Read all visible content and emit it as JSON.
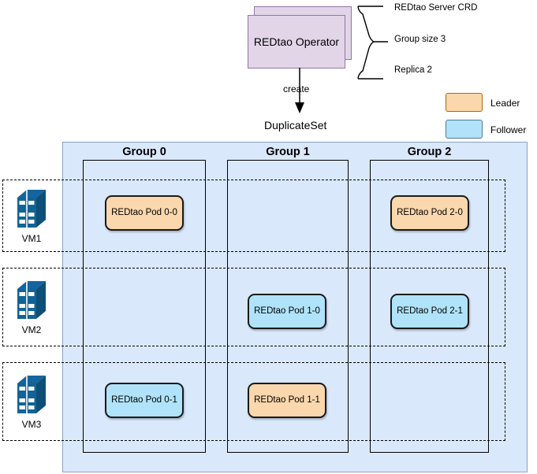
{
  "operator": {
    "label": "REDtao Operator",
    "box_color": "#e1d5e7",
    "border_color": "#9673a6"
  },
  "annotations": [
    {
      "text": "REDtao Server CRD"
    },
    {
      "text": "Group size 3"
    },
    {
      "text": "Replica 2"
    }
  ],
  "arrow": {
    "label": "create",
    "target_label": "DuplicateSet"
  },
  "legend": {
    "leader": {
      "label": "Leader",
      "color": "#fad7ac",
      "border": "#b46504"
    },
    "follower": {
      "label": "Follower",
      "color": "#b0e3f9",
      "border": "#4d7c8f"
    }
  },
  "cluster": {
    "panel_color": "#dae8fc",
    "groups": [
      {
        "title": "Group 0"
      },
      {
        "title": "Group 1"
      },
      {
        "title": "Group 2"
      }
    ],
    "vms": [
      {
        "label": "VM1",
        "icon": "server-rack-icon"
      },
      {
        "label": "VM2",
        "icon": "server-rack-icon"
      },
      {
        "label": "VM3",
        "icon": "server-rack-icon"
      }
    ],
    "pods": [
      {
        "id": "0-0",
        "label": "REDtao Pod 0-0",
        "role": "leader",
        "group": 0,
        "vm": 0
      },
      {
        "id": "2-0",
        "label": "REDtao Pod 2-0",
        "role": "leader",
        "group": 2,
        "vm": 0
      },
      {
        "id": "1-0",
        "label": "REDtao Pod 1-0",
        "role": "follower",
        "group": 1,
        "vm": 1
      },
      {
        "id": "2-1",
        "label": "REDtao Pod 2-1",
        "role": "follower",
        "group": 2,
        "vm": 1
      },
      {
        "id": "0-1",
        "label": "REDtao Pod 0-1",
        "role": "follower",
        "group": 0,
        "vm": 2
      },
      {
        "id": "1-1",
        "label": "REDtao Pod 1-1",
        "role": "leader",
        "group": 1,
        "vm": 2
      }
    ]
  }
}
